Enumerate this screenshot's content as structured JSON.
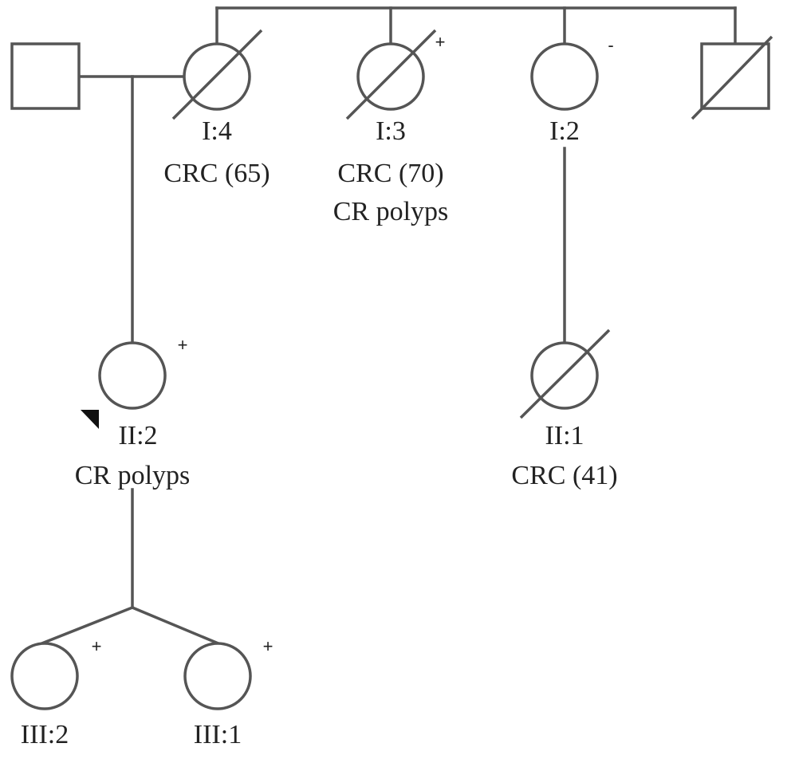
{
  "individuals": {
    "I4": {
      "id": "I:4",
      "info": [
        "CRC (65)"
      ]
    },
    "I3": {
      "id": "I:3",
      "info": [
        "CRC (70)",
        "CR polyps"
      ],
      "test": "+"
    },
    "I2": {
      "id": "I:2",
      "test": "-"
    },
    "II2": {
      "id": "II:2",
      "info": [
        "CR polyps"
      ],
      "test": "+"
    },
    "II1": {
      "id": "II:1",
      "info": [
        "CRC (41)"
      ]
    },
    "III2": {
      "id": "III:2",
      "test": "+"
    },
    "III1": {
      "id": "III:1",
      "test": "+"
    }
  }
}
